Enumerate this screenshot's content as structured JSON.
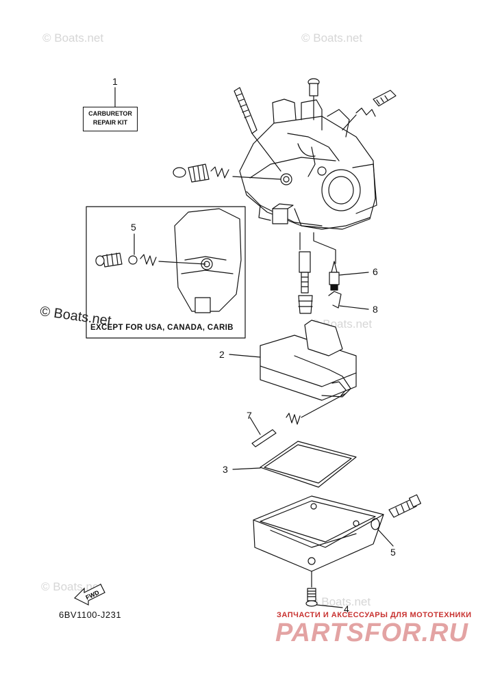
{
  "watermarks": {
    "top_left": "© Boats.net",
    "top_right": "© Boats.net",
    "mid_left": "© Boats.net",
    "mid_right": "© Boats.net",
    "bottom_left": "© Boats.net",
    "bottom_right": "© Boats.net"
  },
  "repair_kit": {
    "line1": "CARBURETOR",
    "line2": "REPAIR KIT"
  },
  "inset_note": "EXCEPT FOR USA, CANADA, CARIB",
  "callouts": {
    "c1": "1",
    "c2": "2",
    "c3": "3",
    "c4": "4",
    "c5_inset": "5",
    "c5": "5",
    "c6": "6",
    "c7": "7",
    "c8": "8"
  },
  "fwd_label": "FWD",
  "part_code": "6BV1100-J231",
  "brand": {
    "subtitle": "ЗАПЧАСТИ И АКСЕССУАРЫ ДЛЯ МОТОТЕХНИКИ",
    "logo_text": "PARTSFOR.RU"
  },
  "colors": {
    "line": "#111111",
    "watermark": "#d6d6d6",
    "brand_red": "#c8312f",
    "brand_pink": "#e3a3a3"
  }
}
